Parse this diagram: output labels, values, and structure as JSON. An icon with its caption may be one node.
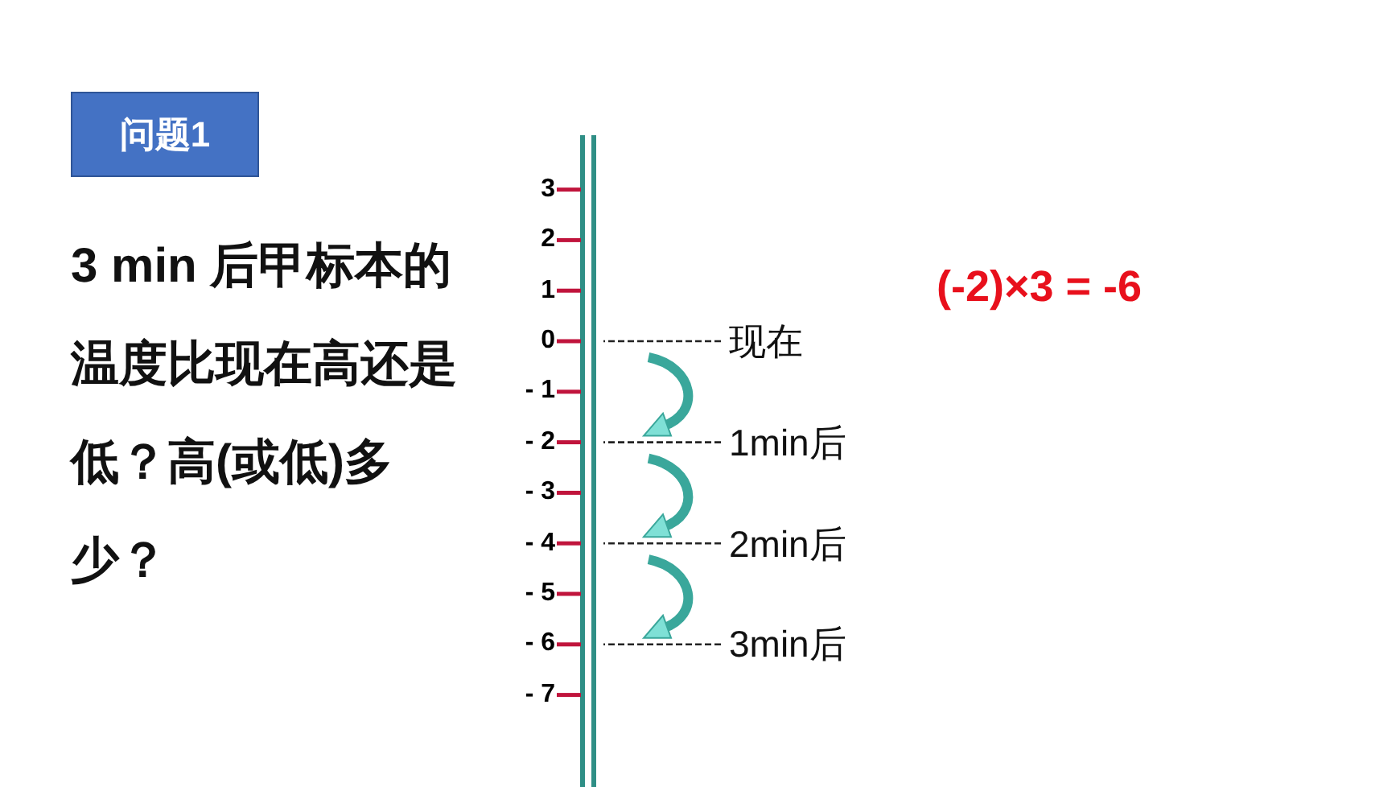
{
  "diagram": {
    "nodes": [
      {
        "text": [
          "问题1"
        ]
      },
      {
        "text": [
          "现在"
        ]
      },
      {
        "text": [
          "1min后"
        ]
      },
      {
        "text": [
          "2min后"
        ]
      },
      {
        "text": [
          "3min后"
        ]
      }
    ],
    "edges": [
      {
        "from": 1,
        "to": null,
        "arrow": "none",
        "style": "dashed"
      },
      {
        "from": 2,
        "to": null,
        "arrow": "none",
        "style": "dashed"
      },
      {
        "from": 3,
        "to": null,
        "arrow": "none",
        "style": "dashed"
      },
      {
        "from": 4,
        "to": null,
        "arrow": "none",
        "style": "dashed"
      }
    ],
    "labels": [
      "3 min 后甲标本的温度比现在高还是低？高(或低)多少？",
      "3",
      "2",
      "1",
      "0",
      "- 1",
      "- 2",
      "- 3",
      "- 4",
      "- 5",
      "- 6",
      "- 7",
      "(-2)×3 = -6"
    ]
  }
}
